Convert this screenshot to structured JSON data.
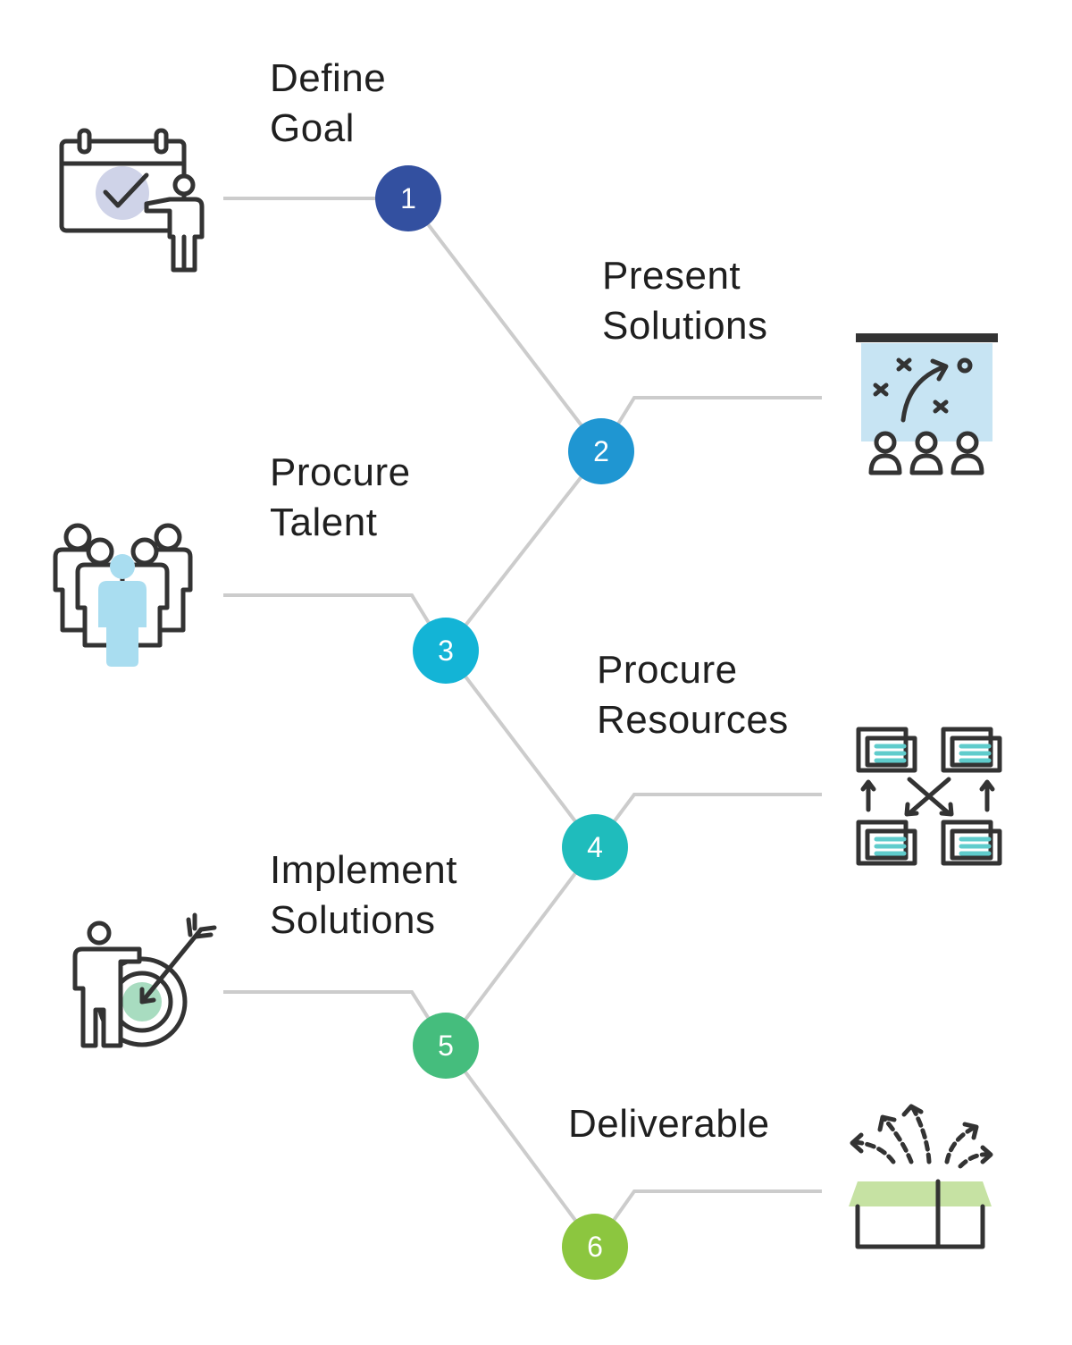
{
  "steps": [
    {
      "number": "1",
      "title_lines": [
        "Define",
        "Goal"
      ],
      "color": "#3350a0",
      "icon": "goal-presentation-icon"
    },
    {
      "number": "2",
      "title_lines": [
        "Present",
        "Solutions"
      ],
      "color": "#1f96d2",
      "icon": "strategy-board-icon"
    },
    {
      "number": "3",
      "title_lines": [
        "Procure",
        "Talent"
      ],
      "color": "#13b4d6",
      "icon": "team-icon"
    },
    {
      "number": "4",
      "title_lines": [
        "Procure",
        "Resources"
      ],
      "color": "#1fbcbc",
      "icon": "resource-exchange-icon"
    },
    {
      "number": "5",
      "title_lines": [
        "Implement",
        "Solutions"
      ],
      "color": "#45bd7d",
      "icon": "target-achievement-icon"
    },
    {
      "number": "6",
      "title_lines": [
        "Deliverable"
      ],
      "color": "#8cc63f",
      "icon": "open-box-icon"
    }
  ],
  "colors": {
    "line": "#cccccc",
    "icon_stroke": "#333333",
    "accent_lavender": "#cfd3e8",
    "accent_lightblue": "#a9ddf0",
    "accent_boardblue": "#c7e4f3",
    "accent_teal": "#5fcccc",
    "accent_mint": "#a8dcc0",
    "accent_lightgreen": "#c6e2a3"
  }
}
